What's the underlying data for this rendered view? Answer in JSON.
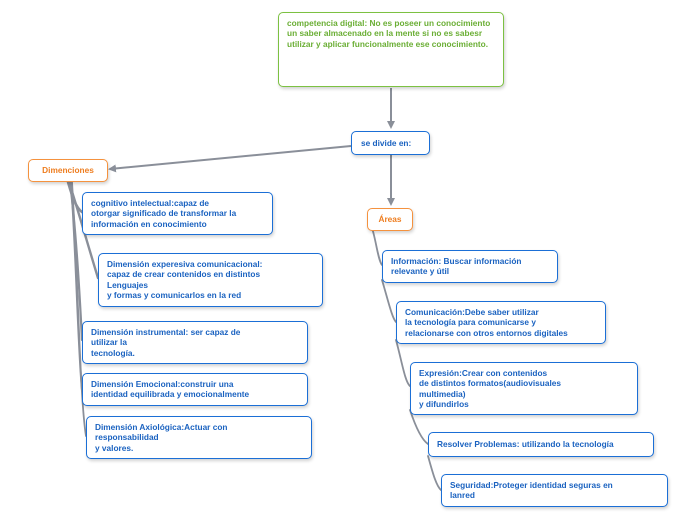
{
  "root": "competencia digital: No es poseer un conocimiento\nun saber almacenado en la mente si no es sabesr\nutilizar y aplicar funcionalmente ese conocimiento.",
  "hub": "se divide en:",
  "dimensiones": {
    "title": "Dimenciones",
    "items": [
      "cognitivo intelectual:capaz de\notorgar significado de transformar la\ninformación en conocimiento",
      "Dimensión experesiva comunicacional:\ncapaz de crear contenidos en distintos\nLenguajes\ny formas y comunicarlos en la red",
      "Dimensión instrumental: ser capaz de\nutilizar la\ntecnología.",
      "Dimensión Emocional:construir una\nidentidad  equilibrada y emocionalmente",
      "Dimensión Axiológica:Actuar con\nresponsabilidad\ny valores."
    ]
  },
  "areas": {
    "title": "Áreas",
    "items": [
      "Información: Buscar información\nrelevante y útil",
      "Comunicación:Debe saber utilizar\nla tecnología para comunicarse y\nrelacionarse con otros entornos digitales",
      "Expresión:Crear con contenidos\nde distintos formatos(audiovisuales\nmultimedia)\ny difundirlos",
      "Resolver Problemas: utilizando la tecnología",
      "Seguridad:Proteger identidad seguras en\nlanred"
    ]
  },
  "colors": {
    "root_border": "#7cc142",
    "branch_border": "#f5923e",
    "leaf_border": "#1b6fd6",
    "connector": "#8a8f99"
  }
}
